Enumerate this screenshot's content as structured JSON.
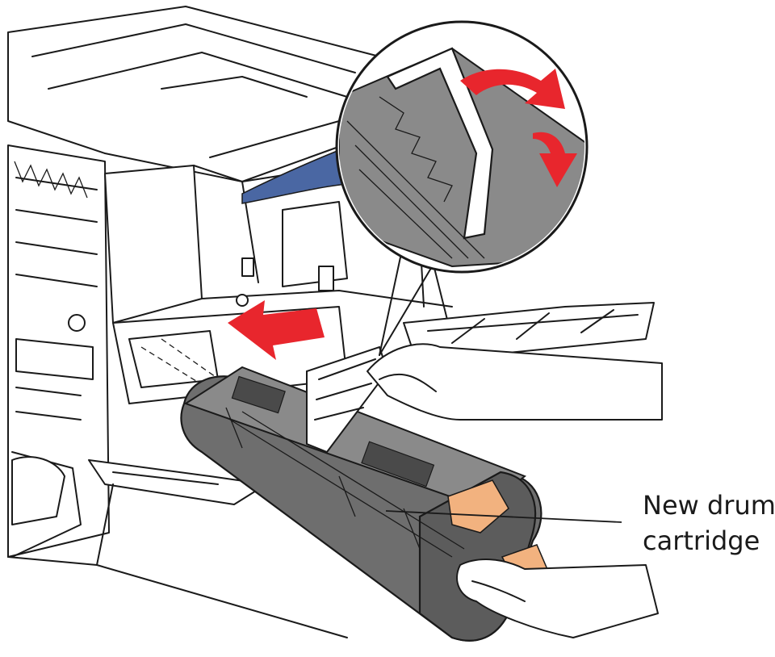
{
  "callout": {
    "line1": "New drum",
    "line2": "cartridge"
  },
  "colors": {
    "drum_body": "#6e6e6e",
    "drum_dark": "#4a4a4a",
    "tab_orange": "#f2b27f",
    "arrow_red": "#e8262d",
    "blue_panel": "#4a67a3",
    "outline": "#1a1a1a"
  },
  "icons": {
    "insert_arrow": "arrow-left-icon",
    "rotate_arrow": "rotate-clockwise-icon",
    "magnifier": "zoom-callout-circle"
  }
}
